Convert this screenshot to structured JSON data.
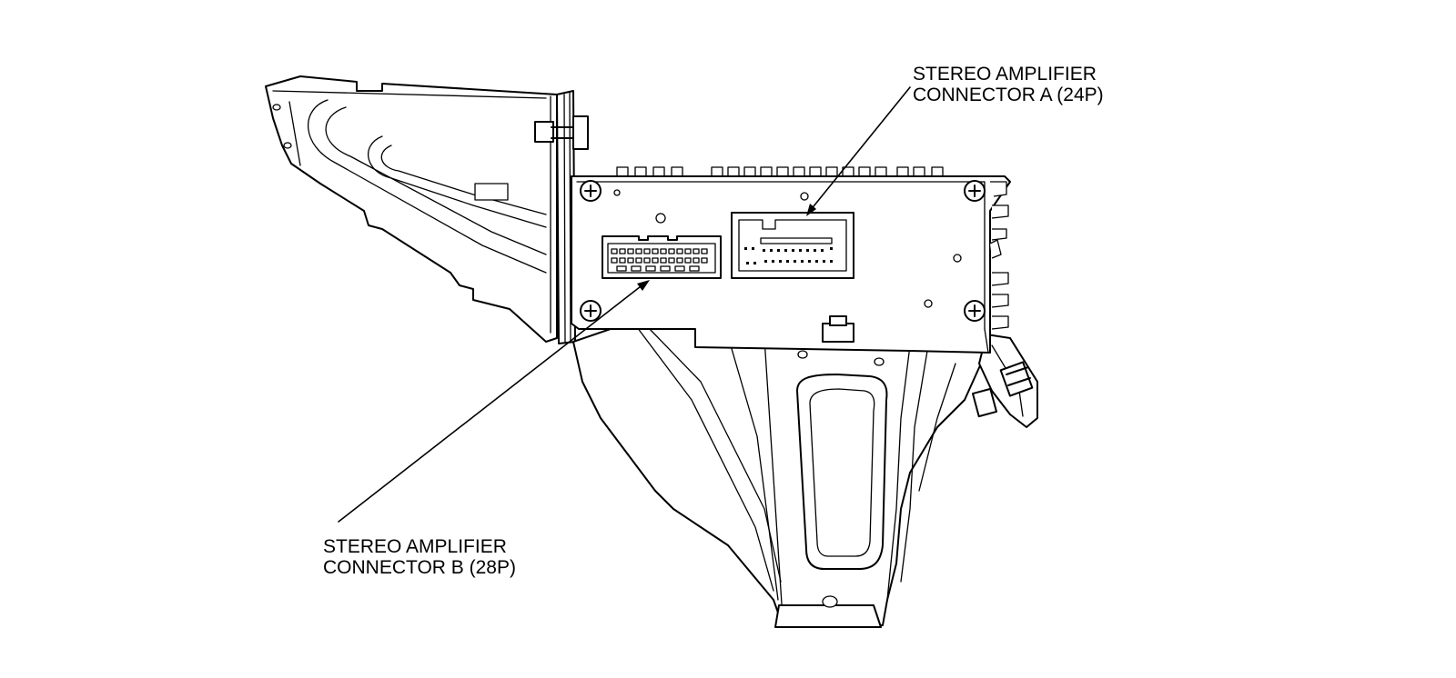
{
  "figure": {
    "background_color": "#ffffff",
    "line_color": "#000000"
  },
  "labels": {
    "connector_a": {
      "line1": "STEREO AMPLIFIER",
      "line2": "CONNECTOR A (24P)"
    },
    "connector_b": {
      "line1": "STEREO AMPLIFIER",
      "line2": "CONNECTOR B (28P)"
    }
  }
}
